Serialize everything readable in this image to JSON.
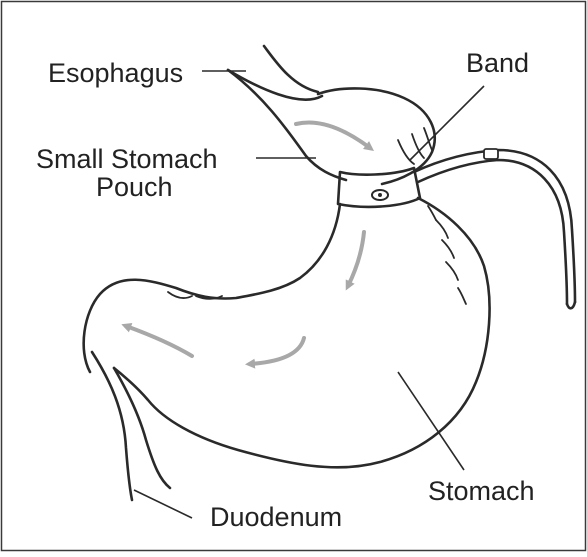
{
  "labels": {
    "esophagus": "Esophagus",
    "band": "Band",
    "pouch_line1": "Small Stomach",
    "pouch_line2": "Pouch",
    "stomach": "Stomach",
    "duodenum": "Duodenum"
  },
  "colors": {
    "background": "#ffffff",
    "border": "#3a3a3a",
    "outline": "#2a2a2a",
    "flow_arrow": "#a8a8a8",
    "text": "#222222"
  },
  "icons": {
    "flow": "curved-arrow"
  }
}
